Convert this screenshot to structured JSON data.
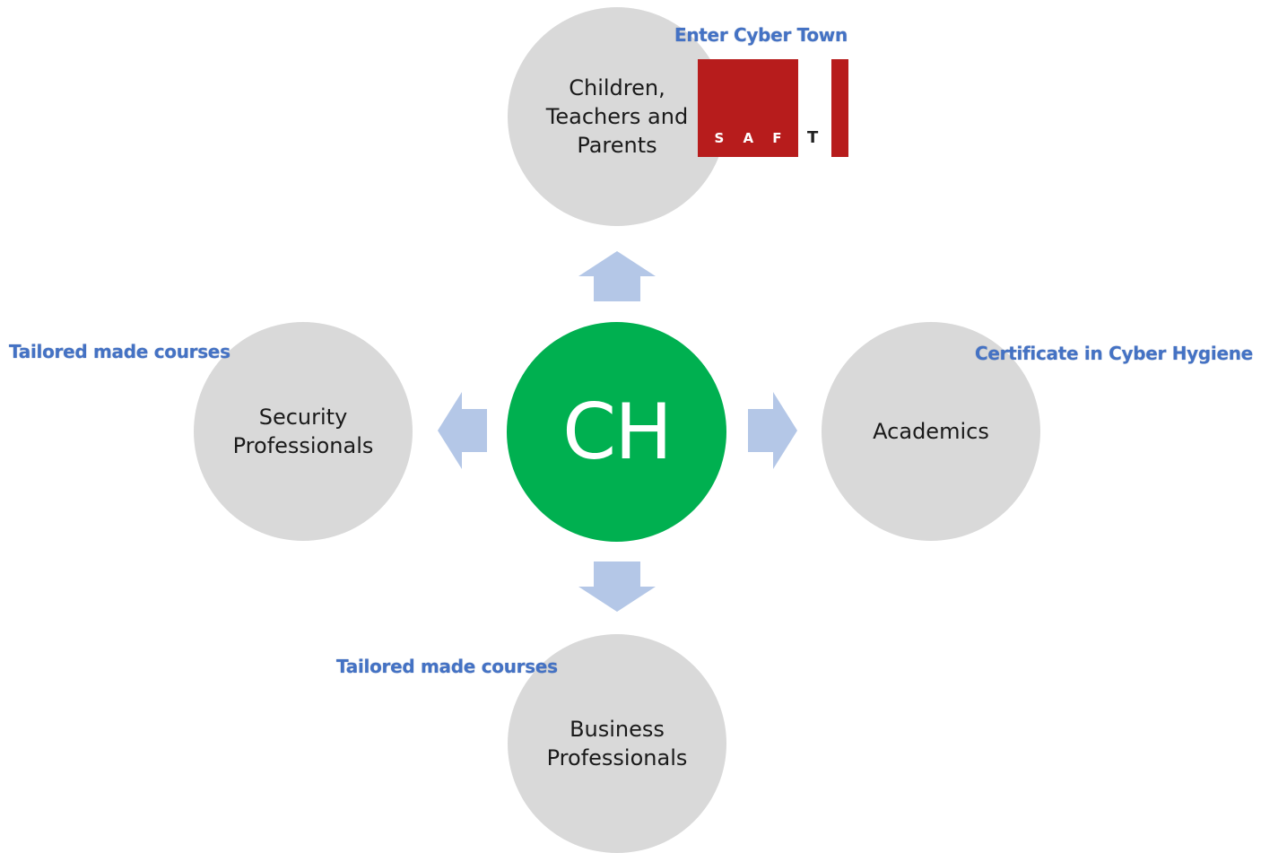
{
  "diagram": {
    "center": {
      "label": "CH",
      "color": "#00b050"
    },
    "nodes": {
      "top": {
        "lines": [
          "Children,",
          "Teachers and",
          "Parents"
        ]
      },
      "left": {
        "lines": [
          "Security",
          "Professionals"
        ]
      },
      "right": {
        "lines": [
          "Academics"
        ]
      },
      "bottom": {
        "lines": [
          "Business",
          "Professionals"
        ]
      }
    },
    "callouts": {
      "top": "Enter Cyber Town",
      "left": "Tailored made courses",
      "right": "Certificate in Cyber Hygiene",
      "bottom": "Tailored made courses"
    },
    "logo": {
      "letters": [
        "S",
        "A",
        "F"
      ],
      "last_letter": "T",
      "brand_color": "#b71c1c"
    },
    "colors": {
      "node_fill": "#d9d9d9",
      "arrow_fill": "#b4c7e7",
      "callout_text": "#4472c4"
    }
  }
}
